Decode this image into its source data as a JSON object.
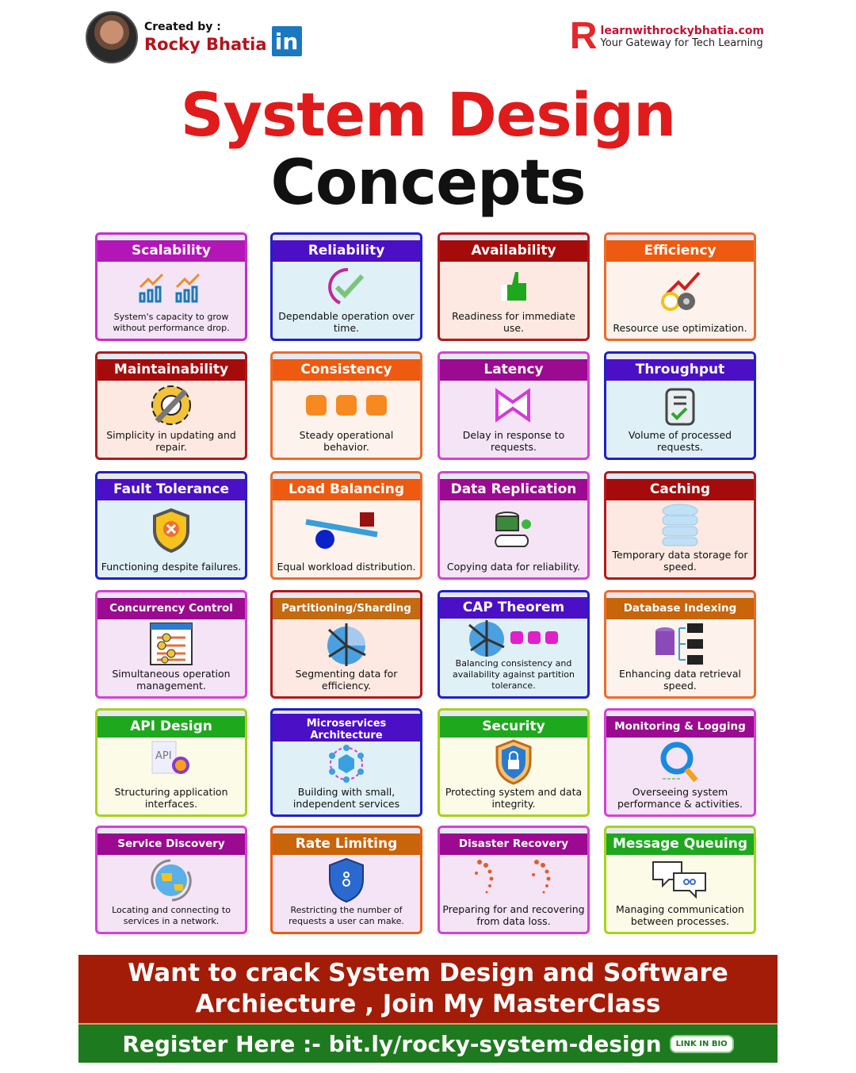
{
  "header": {
    "created_by": "Created by :",
    "author": "Rocky Bhatia",
    "linkedin": "in",
    "site_url": "learnwithrockybhatia.com",
    "site_tagline": "Your Gateway for Tech Learning",
    "logo_letter": "R"
  },
  "title": {
    "line1": "System Design",
    "line2": "Concepts"
  },
  "cards": [
    {
      "title": "Scalability",
      "desc": "System's capacity to grow without performance drop.",
      "icon": "growth",
      "hdr": "#b316b6",
      "border": "#c72bd0",
      "bg": "#f4e4f6"
    },
    {
      "title": "Reliability",
      "desc": "Dependable operation over time.",
      "icon": "check",
      "hdr": "#4b0fc6",
      "border": "#2020cc",
      "bg": "#dff0f7"
    },
    {
      "title": "Availability",
      "desc": "Readiness for immediate use.",
      "icon": "thumbs-up",
      "hdr": "#a50b0b",
      "border": "#b01a1a",
      "bg": "#fde9e1"
    },
    {
      "title": "Efficiency",
      "desc": "Resource use optimization.",
      "icon": "stopwatch",
      "hdr": "#ee5a0f",
      "border": "#ee6a2a",
      "bg": "#fdf2ec"
    },
    {
      "title": "Maintainability",
      "desc": "Simplicity in updating and repair.",
      "icon": "wrench-gear",
      "hdr": "#a50b0b",
      "border": "#b01a1a",
      "bg": "#fde9e1"
    },
    {
      "title": "Consistency",
      "desc": "Steady operational behavior.",
      "icon": "squares",
      "hdr": "#ee5a0f",
      "border": "#ee6a2a",
      "bg": "#fdf2ec"
    },
    {
      "title": "Latency",
      "desc": "Delay in response to requests.",
      "icon": "hourglass",
      "hdr": "#9b0a90",
      "border": "#d640d8",
      "bg": "#f4e4f6"
    },
    {
      "title": "Throughput",
      "desc": "Volume of processed requests.",
      "icon": "clipboard",
      "hdr": "#4b0fc6",
      "border": "#2020cc",
      "bg": "#dff0f7"
    },
    {
      "title": "Fault Tolerance",
      "desc": "Functioning despite failures.",
      "icon": "shield-x",
      "hdr": "#4b0fc6",
      "border": "#2020cc",
      "bg": "#dff0f7"
    },
    {
      "title": "Load Balancing",
      "desc": "Equal workload distribution.",
      "icon": "seesaw",
      "hdr": "#ee5a0f",
      "border": "#ee6a2a",
      "bg": "#fdf2ec"
    },
    {
      "title": "Data Replication",
      "desc": "Copying data for reliability.",
      "icon": "db-cloud",
      "hdr": "#9b0a90",
      "border": "#d640d8",
      "bg": "#f4e4f6"
    },
    {
      "title": "Caching",
      "desc": "Temporary data storage for speed.",
      "icon": "database",
      "hdr": "#a50b0b",
      "border": "#b01a1a",
      "bg": "#fde9e1"
    },
    {
      "title": "Concurrency Control",
      "desc": "Simultaneous operation management.",
      "icon": "sliders",
      "hdr": "#9b0a90",
      "border": "#d640d8",
      "bg": "#f4e4f6"
    },
    {
      "title": "Partitioning/Sharding",
      "desc": "Segmenting data for efficiency.",
      "icon": "pie",
      "hdr": "#c46a10",
      "border": "#b01a1a",
      "bg": "#fde9e1"
    },
    {
      "title": "CAP Theorem",
      "desc": "Balancing consistency and availability against partition tolerance.",
      "icon": "pie-squares",
      "hdr": "#4b0fc6",
      "border": "#2020cc",
      "bg": "#dff0f7"
    },
    {
      "title": "Database Indexing",
      "desc": "Enhancing data retrieval speed.",
      "icon": "db-index",
      "hdr": "#c8640a",
      "border": "#ee6a2a",
      "bg": "#fdf2ec"
    },
    {
      "title": "API Design",
      "desc": "Structuring application interfaces.",
      "icon": "api",
      "hdr": "#1ea81e",
      "border": "#a8d21c",
      "bg": "#fbfbe8"
    },
    {
      "title": "Microservices Architecture",
      "desc": "Building with small, independent services",
      "icon": "hexnet",
      "hdr": "#4b0fc6",
      "border": "#2020cc",
      "bg": "#dff0f7"
    },
    {
      "title": "Security",
      "desc": "Protecting system and data integrity.",
      "icon": "shield-lock",
      "hdr": "#1ea81e",
      "border": "#a8d21c",
      "bg": "#fbfbe8"
    },
    {
      "title": "Monitoring & Logging",
      "desc": "Overseeing system performance & activities.",
      "icon": "magnifier",
      "hdr": "#9b0a90",
      "border": "#d640d8",
      "bg": "#f4e4f6"
    },
    {
      "title": "Service Discovery",
      "desc": "Locating and connecting to services in a network.",
      "icon": "globe",
      "hdr": "#9b0a90",
      "border": "#d640d8",
      "bg": "#f4e4f6"
    },
    {
      "title": "Rate Limiting",
      "desc": "Restricting the number of requests a user can make.",
      "icon": "shield-blue",
      "hdr": "#c8640a",
      "border": "#ee5a0f",
      "bg": "#f4e4f6"
    },
    {
      "title": "Disaster Recovery",
      "desc": "Preparing for and recovering from data loss.",
      "icon": "dots-arc",
      "hdr": "#9b0a90",
      "border": "#d640d8",
      "bg": "#f4e4f6"
    },
    {
      "title": "Message Queuing",
      "desc": "Managing communication between processes.",
      "icon": "chat",
      "hdr": "#1ea81e",
      "border": "#a8d21c",
      "bg": "#fbfbe8"
    }
  ],
  "banner": {
    "line1": "Want to crack System Design and Software",
    "line2": "Archiecture , Join My MasterClass",
    "register": "Register Here :- bit.ly/rocky-system-design",
    "link_badge": "LINK IN BIO"
  }
}
